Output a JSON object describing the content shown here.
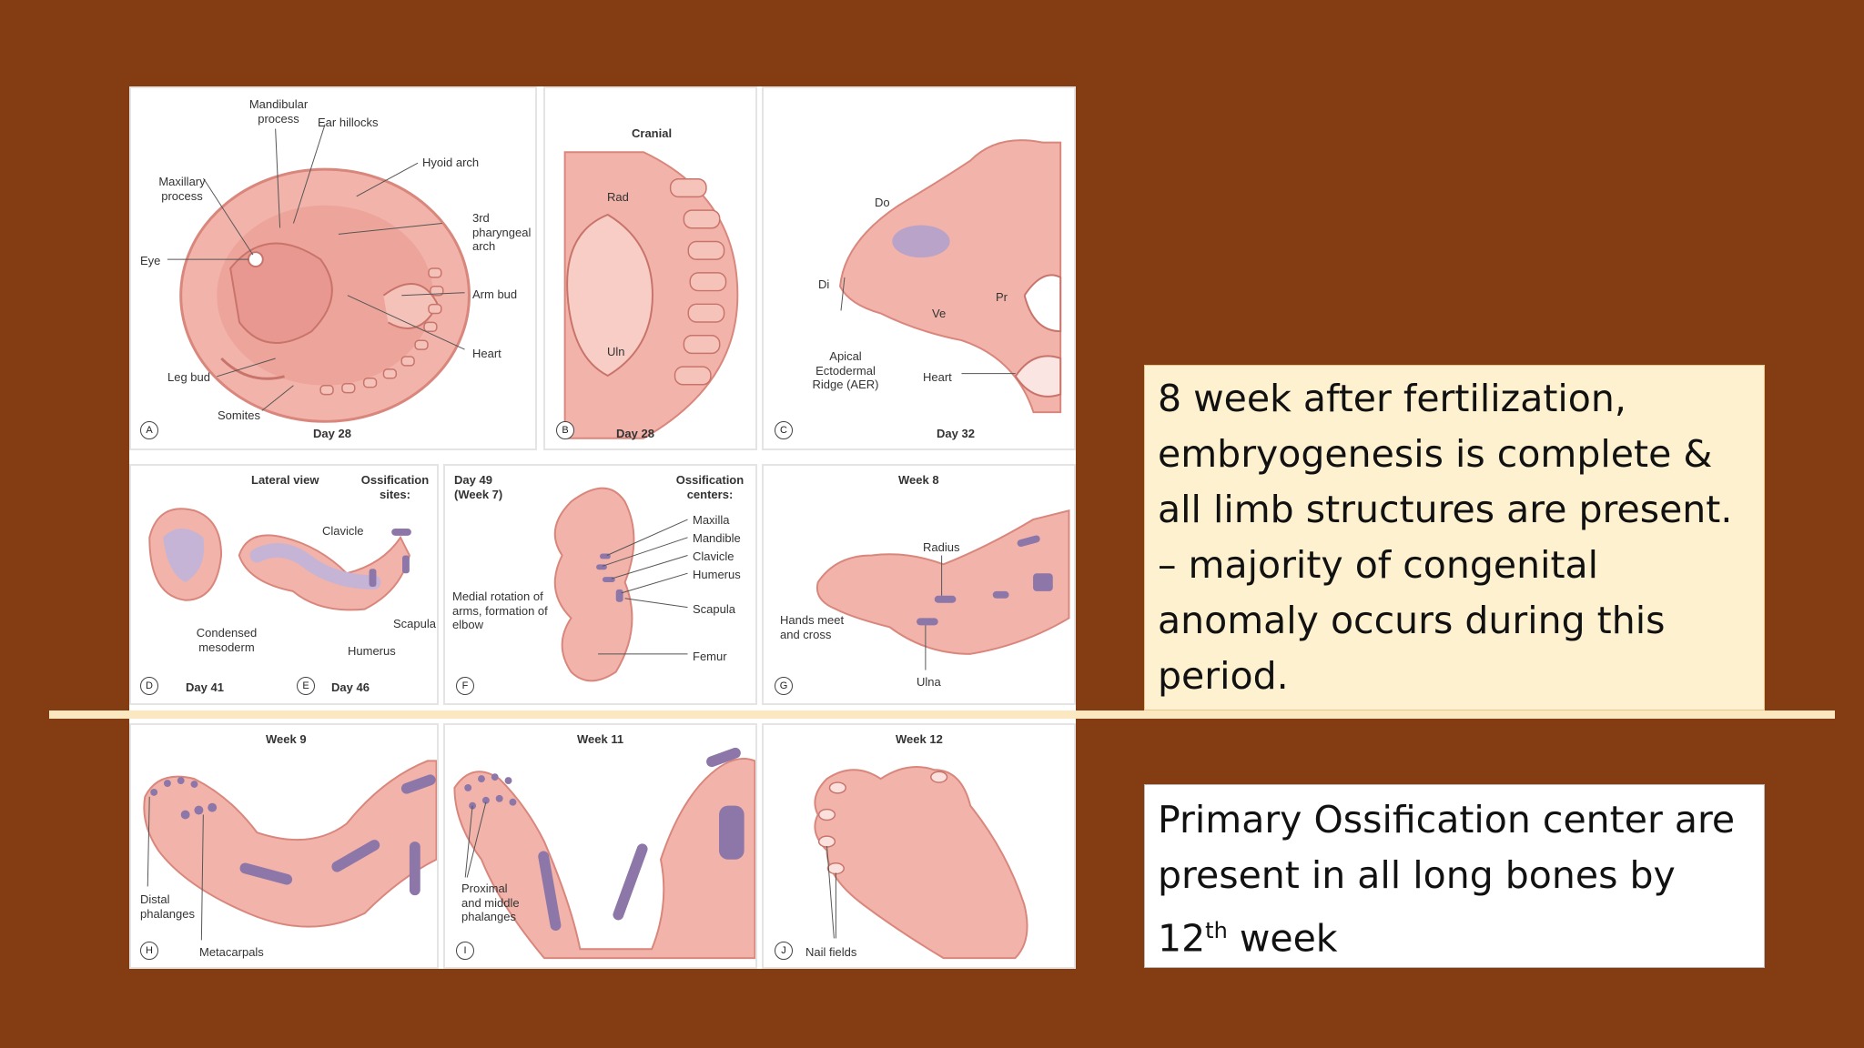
{
  "panels": {
    "a": {
      "letter": "A",
      "caption": "Day 28",
      "labels": {
        "mandibular": "Mandibular process",
        "ear": "Ear hillocks",
        "maxillary": "Maxillary process",
        "hyoid": "Hyoid arch",
        "pharyngeal": "3rd pharyngeal arch",
        "eye": "Eye",
        "arm_bud": "Arm bud",
        "heart": "Heart",
        "leg_bud": "Leg bud",
        "somites": "Somites"
      }
    },
    "b": {
      "letter": "B",
      "caption": "Day 28",
      "cranial": "Cranial",
      "rad": "Rad",
      "uln": "Uln"
    },
    "c": {
      "letter": "C",
      "caption": "Day 32",
      "do": "Do",
      "di": "Di",
      "ve": "Ve",
      "pr": "Pr",
      "aer": "Apical Ectodermal Ridge (AER)",
      "heart": "Heart"
    },
    "de": {
      "letter_d": "D",
      "letter_e": "E",
      "caption_d": "Day 41",
      "caption_e": "Day 46",
      "lateral": "Lateral view",
      "ossification_sites": "Ossification sites:",
      "clavicle": "Clavicle",
      "condensed": "Condensed mesoderm",
      "humerus": "Humerus",
      "scapula": "Scapula"
    },
    "f": {
      "letter": "F",
      "day": "Day 49 (Week 7)",
      "centers": "Ossification centers:",
      "maxilla": "Maxilla",
      "mandible": "Mandible",
      "clavicle": "Clavicle",
      "humerus": "Humerus",
      "scapula": "Scapula",
      "femur": "Femur",
      "medial": "Medial rotation of arms, formation of elbow"
    },
    "g": {
      "letter": "G",
      "week": "Week 8",
      "radius": "Radius",
      "hands": "Hands meet and cross",
      "ulna": "Ulna"
    },
    "h": {
      "letter": "H",
      "week": "Week 9",
      "distal": "Distal phalanges",
      "metacarpals": "Metacarpals"
    },
    "i": {
      "letter": "I",
      "week": "Week 11",
      "proximal": "Proximal and middle phalanges"
    },
    "j": {
      "letter": "J",
      "week": "Week 12",
      "nail": "Nail fields"
    }
  },
  "text_box_1": {
    "lines": [
      "8 week after fertilization,",
      "embryogenesis is complete &",
      "all limb structures are present.",
      "– majority of congenital",
      "anomaly occurs during this",
      "period."
    ]
  },
  "text_box_2": {
    "line1": "Primary Ossification center are",
    "line2": "present in all long bones by",
    "line3_number": "12",
    "line3_superscript": "th",
    "line3_rest": " week"
  },
  "colors": {
    "background": "#843c12",
    "divider": "#fbe8c1",
    "box1_bg": "#fdf1cf",
    "tissue": "#f2b3aa",
    "ossification": "#8d76a8"
  }
}
